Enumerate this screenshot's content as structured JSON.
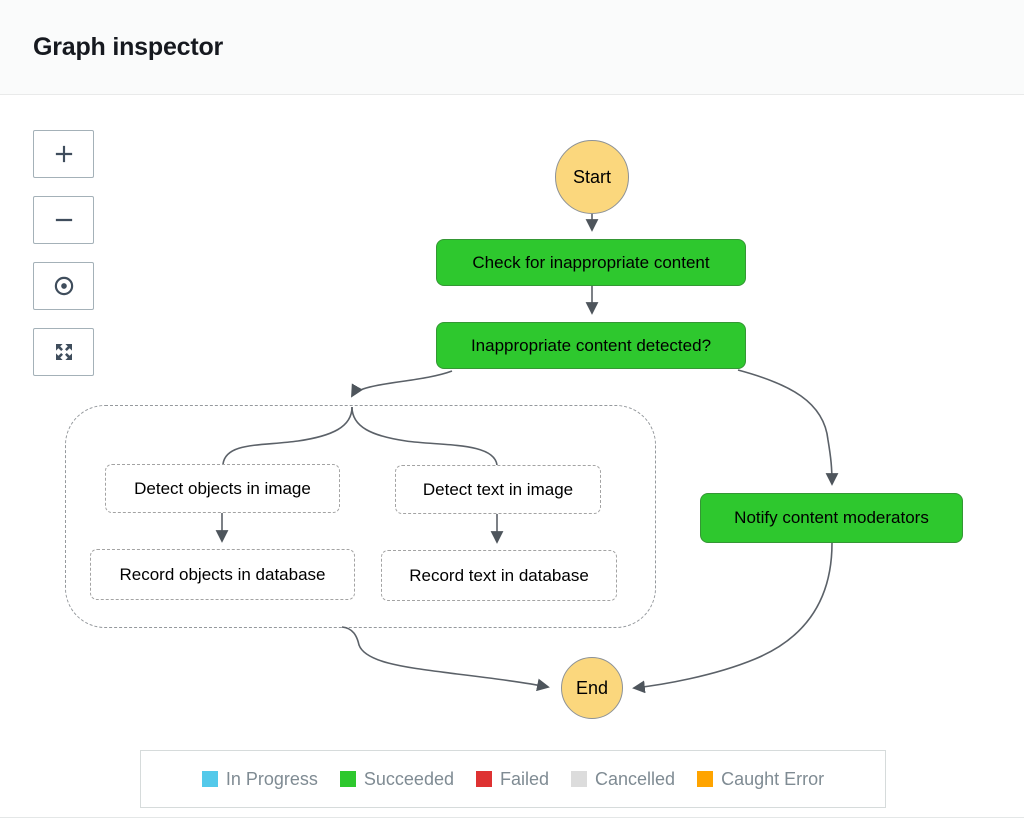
{
  "header": {
    "title": "Graph inspector"
  },
  "toolbar": {
    "icons": [
      "zoom-in-icon",
      "zoom-out-icon",
      "center-target-icon",
      "expand-arrows-icon"
    ]
  },
  "colors": {
    "succeeded": "#2ec82e",
    "start_end_fill": "#fbd77d",
    "edge": "#565e66",
    "in_progress": "#53c9ea",
    "failed": "#de3232",
    "cancelled": "#dcdcdc",
    "caught_error": "#ffa400"
  },
  "graph": {
    "start": {
      "label": "Start"
    },
    "end": {
      "label": "End"
    },
    "tasks": {
      "check_content": {
        "label": "Check for inappropriate content",
        "status": "Succeeded"
      },
      "content_detected": {
        "label": "Inappropriate content detected?",
        "status": "Succeeded"
      },
      "detect_objects": {
        "label": "Detect objects in image",
        "status": "Not started"
      },
      "record_objects": {
        "label": "Record objects in database",
        "status": "Not started"
      },
      "detect_text": {
        "label": "Detect text in image",
        "status": "Not started"
      },
      "record_text": {
        "label": "Record text in database",
        "status": "Not started"
      },
      "notify_moderators": {
        "label": "Notify content moderators",
        "status": "Succeeded"
      }
    }
  },
  "legend": {
    "items": [
      {
        "label": "In Progress",
        "color": "#53c9ea"
      },
      {
        "label": "Succeeded",
        "color": "#2ec82e"
      },
      {
        "label": "Failed",
        "color": "#de3232"
      },
      {
        "label": "Cancelled",
        "color": "#dcdcdc"
      },
      {
        "label": "Caught Error",
        "color": "#ffa400"
      }
    ]
  }
}
